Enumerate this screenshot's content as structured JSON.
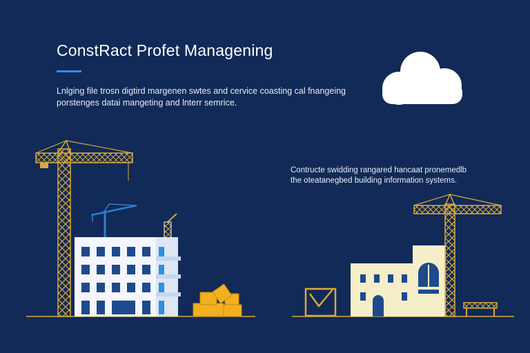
{
  "header": {
    "title": "ConstRact Profet Managening",
    "intro": "Lnlging file trosn digtird margenen swtes and cervice coasting cal fnangeing porstenges datai mangeting and lnterr semrice."
  },
  "right_panel": {
    "text": "Contructe swidding rangared hancaat pronemedlb the oteatanegbed building information systems."
  },
  "colors": {
    "background": "#112a57",
    "accent": "#2f8fe0",
    "crane": "#d9a93a",
    "building_white": "#f4f6fb",
    "window_blue": "#1e4a8c",
    "building_cream": "#f5eec9",
    "box_orange": "#f2b020",
    "cloud": "#ffffff"
  },
  "icons": [
    "cloud-icon",
    "crane-icon",
    "building-icon",
    "checkbox-icon",
    "construction-barrier-icon",
    "box-icon"
  ]
}
